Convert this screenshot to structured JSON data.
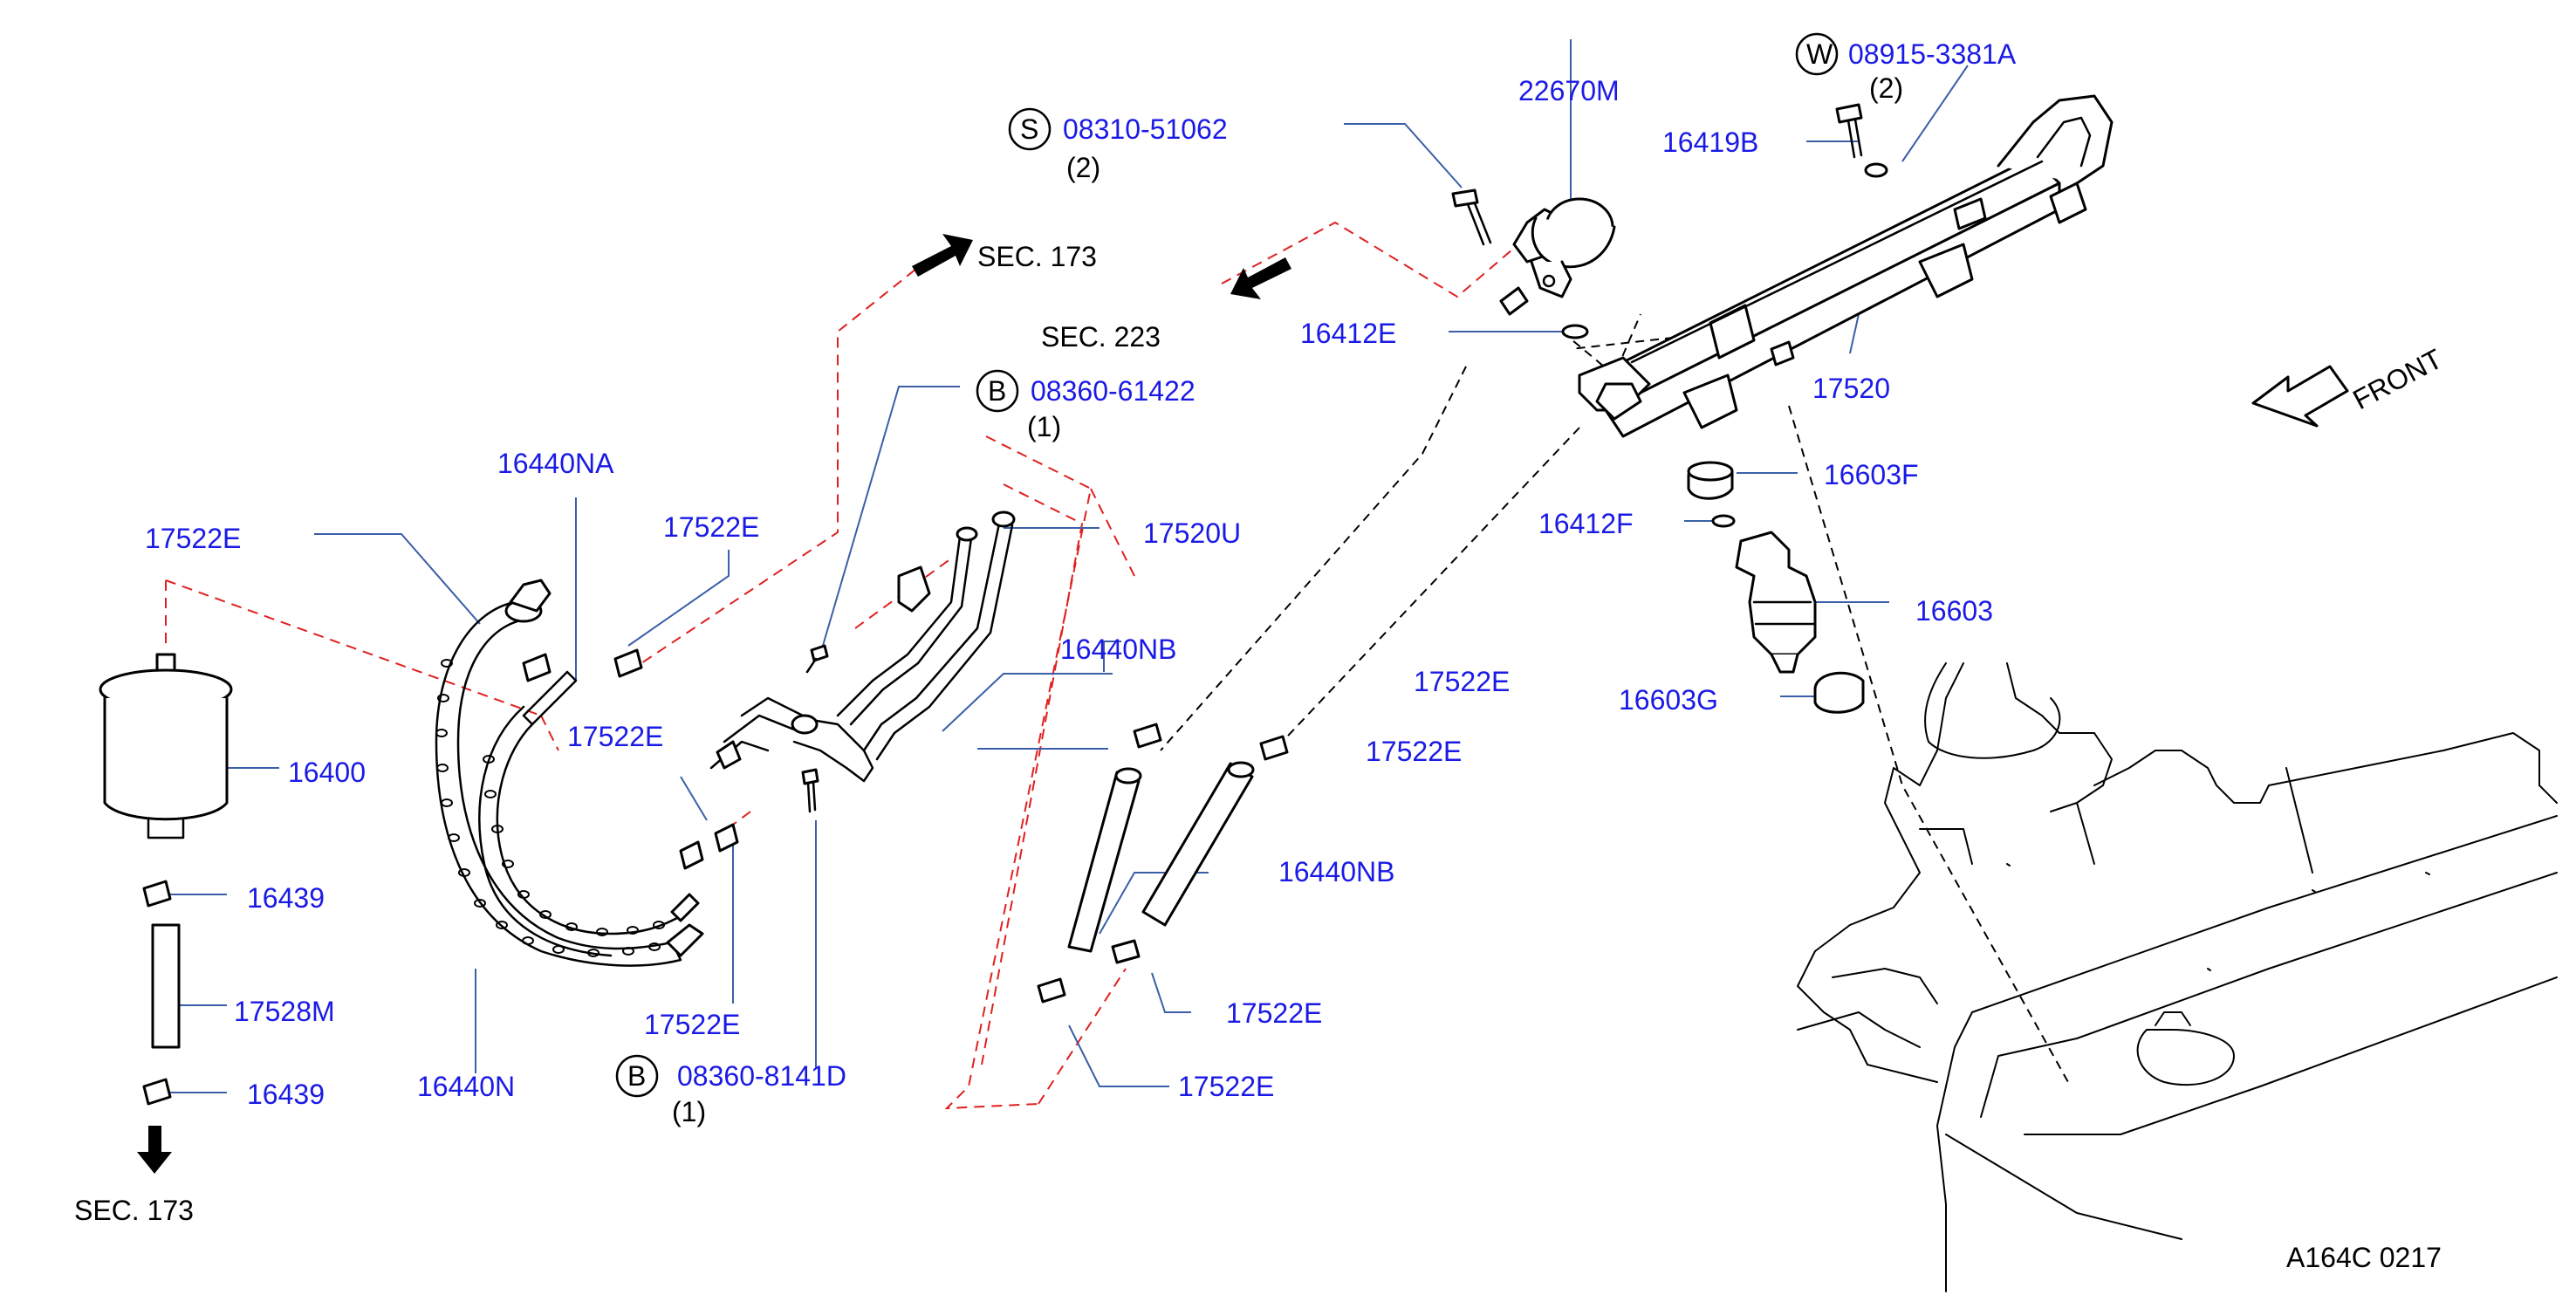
{
  "diagram_id": "A164C  0217",
  "front_label": "FRONT",
  "sections": {
    "sec173_top": "SEC.  173",
    "sec223": "SEC.  223",
    "sec173_bottom": "SEC.  173"
  },
  "callout_letters": {
    "S": "S",
    "W": "W",
    "B1": "B",
    "B2": "B"
  },
  "quantities": {
    "q_s": "(2)",
    "q_w": "(2)",
    "q_b1": "(1)",
    "q_b2": "(1)"
  },
  "parts": {
    "p22670M": "22670M",
    "p08915": "08915-3381A",
    "p08310": "08310-51062",
    "p16419B": "16419B",
    "p16412E": "16412E",
    "p17520": "17520",
    "p16603F": "16603F",
    "p16412F": "16412F",
    "p16603": "16603",
    "p16603G": "16603G",
    "p08360_61422": "08360-61422",
    "p17520U": "17520U",
    "p16440NA": "16440NA",
    "p17522E_a": "17522E",
    "p17522E_b": "17522E",
    "p17522E_c": "17522E",
    "p17522E_d": "17522E",
    "p17522E_e": "17522E",
    "p17522E_f": "17522E",
    "p17522E_g": "17522E",
    "p17522E_h": "17522E",
    "p16440NB_a": "16440NB",
    "p16440NB_b": "16440NB",
    "p16400": "16400",
    "p16439_a": "16439",
    "p17528M": "17528M",
    "p16439_b": "16439",
    "p16440N": "16440N",
    "p08360_8141D": "08360-8141D"
  }
}
